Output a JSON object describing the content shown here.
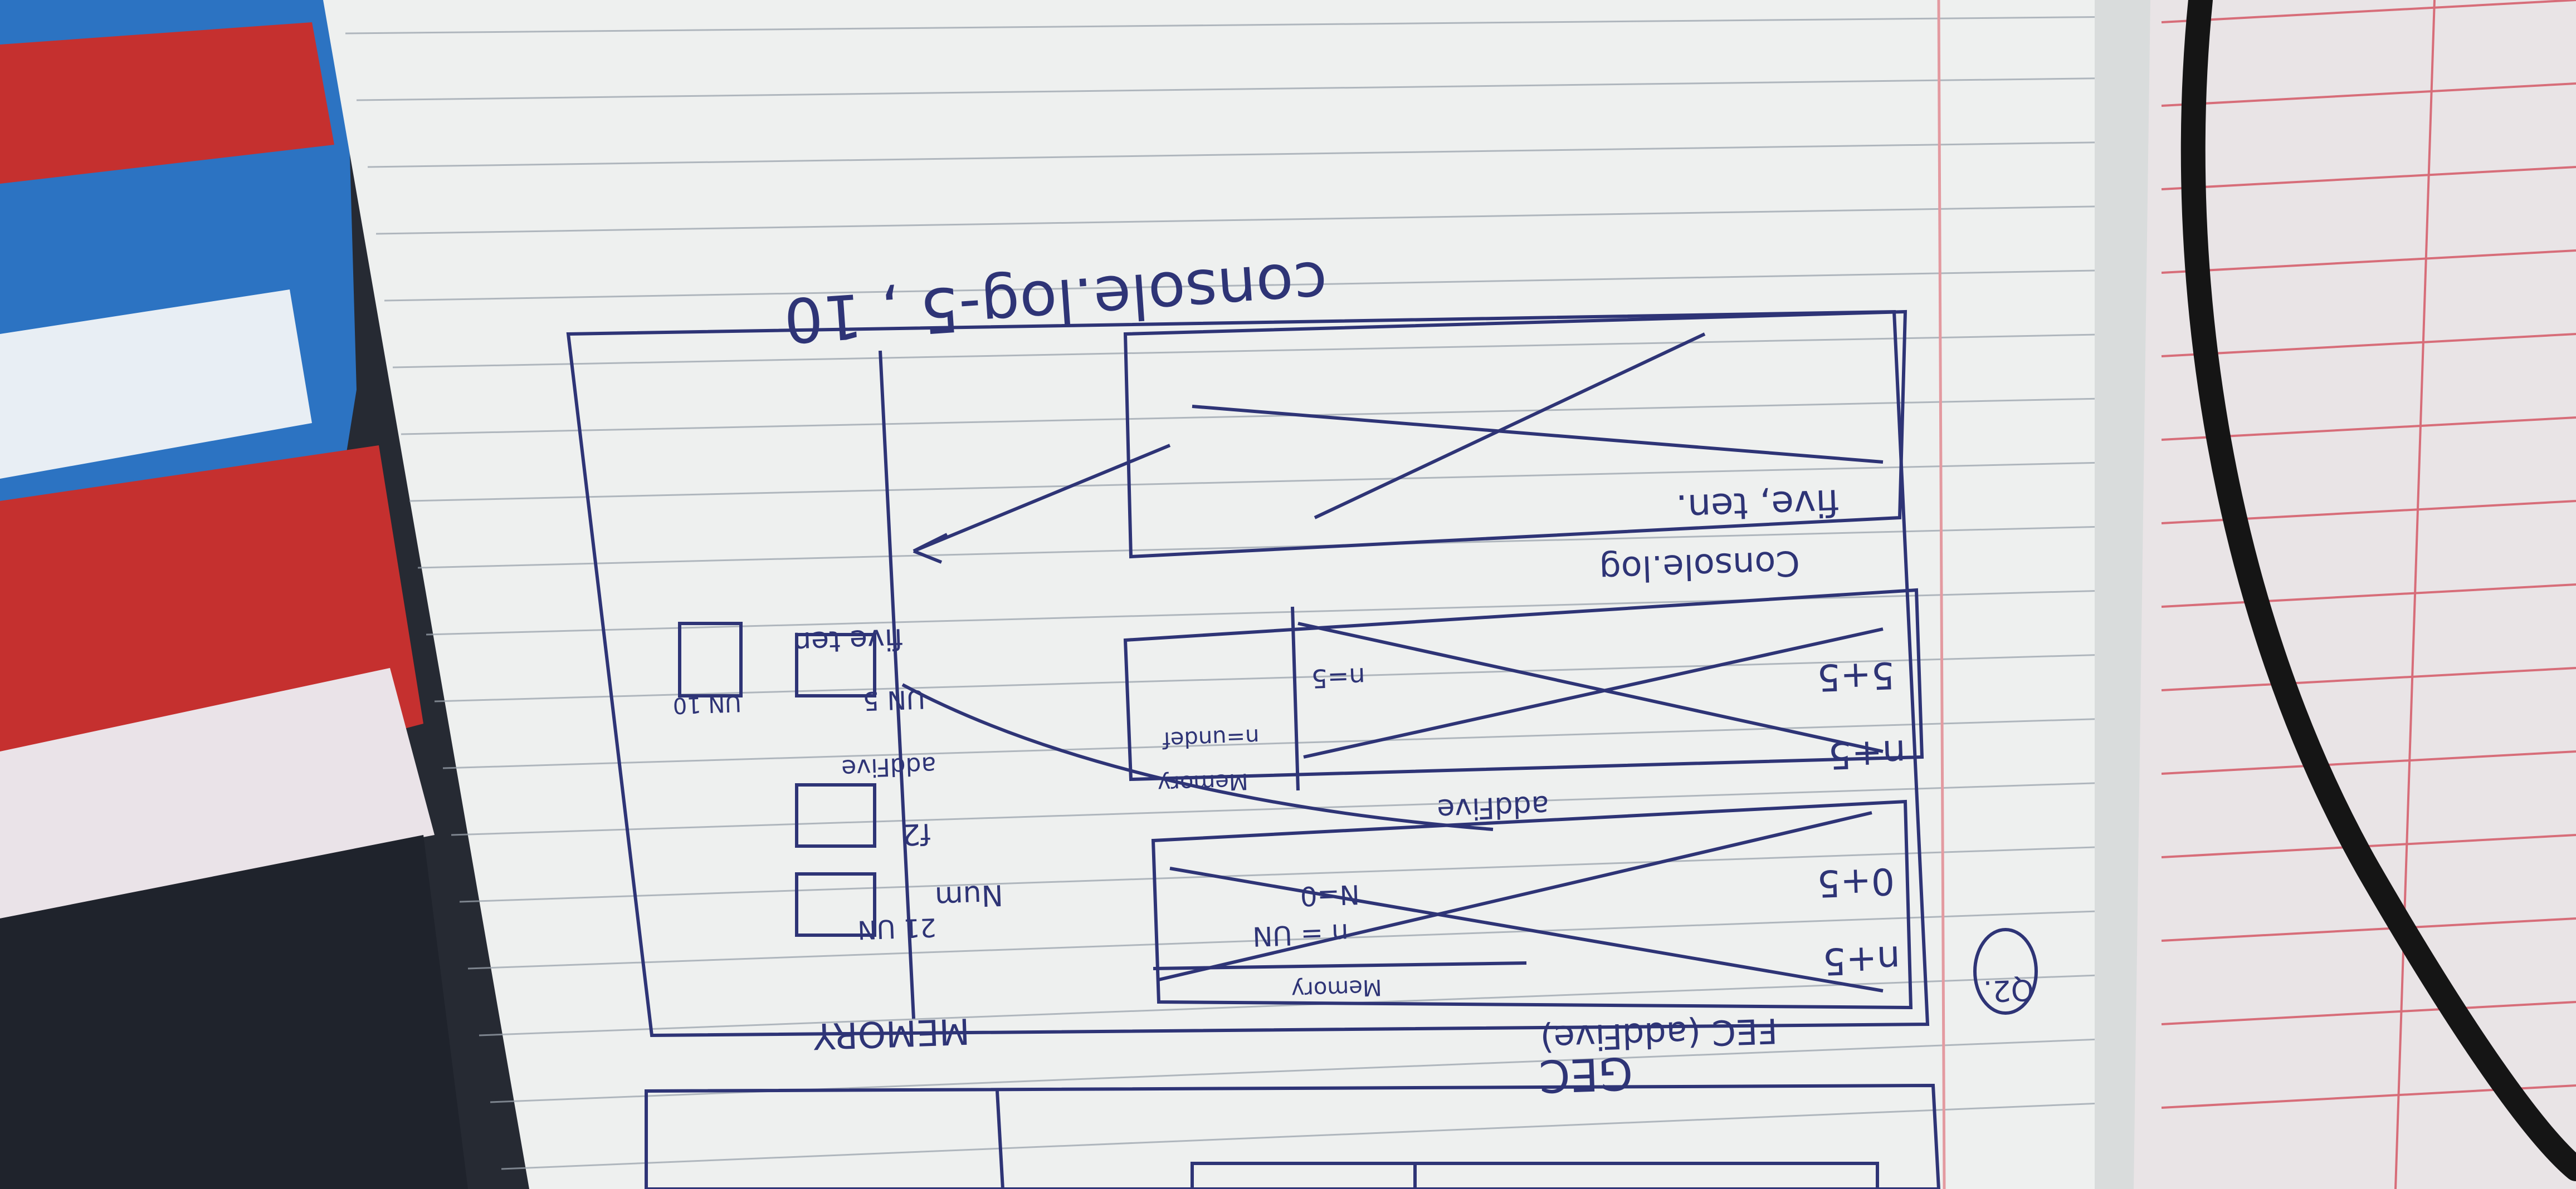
{
  "photo": {
    "colors": {
      "paper": "#eef0ef",
      "paper_shadow": "#d9dcdc",
      "rule_line": "#9aa3ad",
      "margin_line": "#e39aa0",
      "right_page": "#e9e4e6",
      "right_page_rule": "#d3505f",
      "ink": "#2e3476",
      "cable": "#151515",
      "fabric_blue": "#2c73c2",
      "fabric_red": "#c5302f",
      "fabric_dark": "#262a33"
    }
  },
  "notes": {
    "console_line": "console.log-5 , 10",
    "gec": "GEC",
    "memory": "MEMORY",
    "fec": "FEC (addFive)",
    "q_label": "Q2.",
    "n_plus_5": "n+5",
    "zero_plus_5": "0+5",
    "memory_small": "Memory",
    "n_un": "n = UN",
    "n_zero": "N=0",
    "num": "Num",
    "un_21": "21 UN",
    "f2": "f2",
    "add_five_1": "addFive",
    "add_five_2": "addFive",
    "n_plus_5_b": "n+5",
    "five_plus_5": "5+5",
    "memory_small_2": "Memory",
    "n_undef": "n=undef",
    "n_5": "n=5",
    "un_5": "UN 5",
    "five_ten": "five ten",
    "un_10": "UN 10",
    "console_log": "Console.log",
    "five_ten_2": "five, ten."
  }
}
